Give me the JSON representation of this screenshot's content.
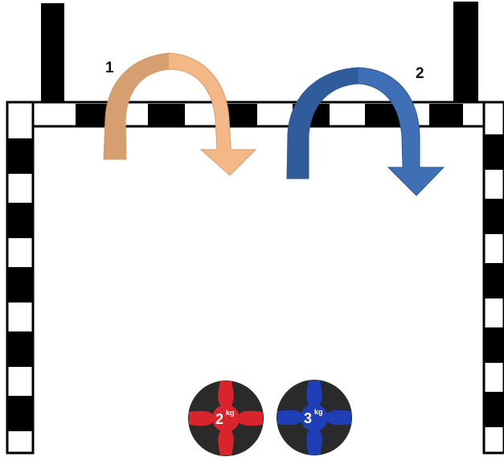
{
  "arrows": [
    {
      "label": "1",
      "color": "#f4b887",
      "shade": "#cf9a6c"
    },
    {
      "label": "2",
      "color": "#3f6fb5",
      "shade": "#2f5a98"
    }
  ],
  "balls": [
    {
      "weight": "2",
      "unit": "kg",
      "accent": "#d9242b"
    },
    {
      "weight": "3",
      "unit": "kg",
      "accent": "#1f3fb8"
    }
  ],
  "colors": {
    "frame_dark": "#000000",
    "frame_light": "#ffffff",
    "ball_body": "#2a2a2a"
  }
}
